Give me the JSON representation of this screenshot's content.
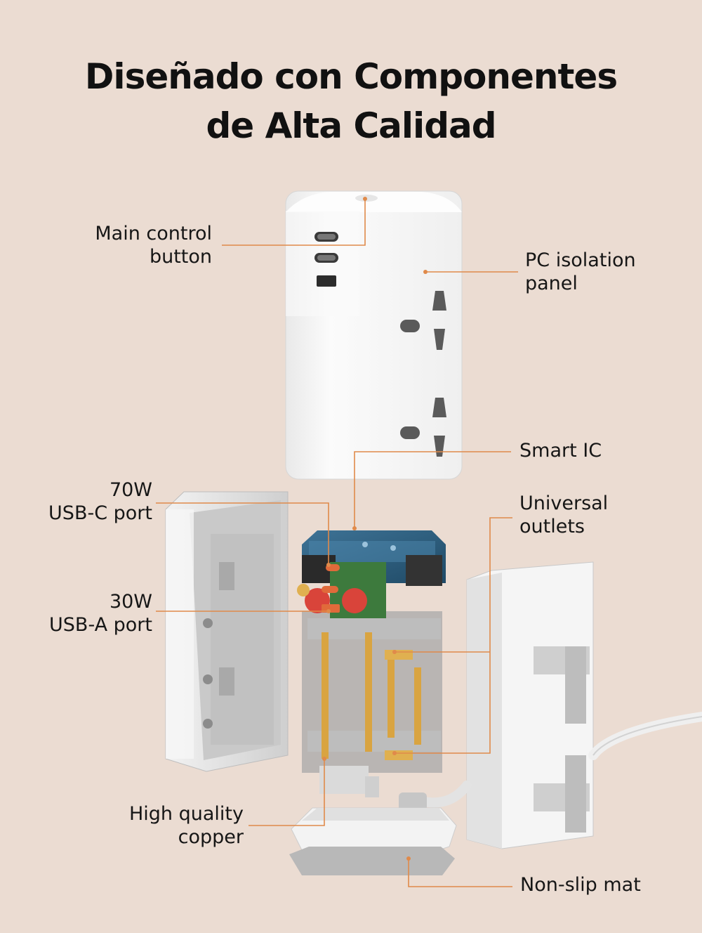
{
  "title": {
    "line1": "Diseñado con Componentes",
    "line2": "de Alta Calidad"
  },
  "callouts": {
    "main_control_button": [
      "Main control",
      "button"
    ],
    "pc_isolation_panel": [
      "PC isolation",
      "panel"
    ],
    "smart_ic": [
      "Smart IC"
    ],
    "usb_c_port": [
      "70W",
      "USB-C port"
    ],
    "universal_outlets": [
      "Universal",
      "outlets"
    ],
    "usb_a_port": [
      "30W",
      "USB-A port"
    ],
    "high_quality_copper": [
      "High quality",
      "copper"
    ],
    "non_slip_mat": [
      "Non-slip mat"
    ]
  },
  "colors": {
    "background": "#ebdcd2",
    "leader_line": "#e08a4a",
    "text": "#161616",
    "housing": "#f4f4f4",
    "pcb": "#2f5f7e",
    "copper": "#d9a441"
  }
}
